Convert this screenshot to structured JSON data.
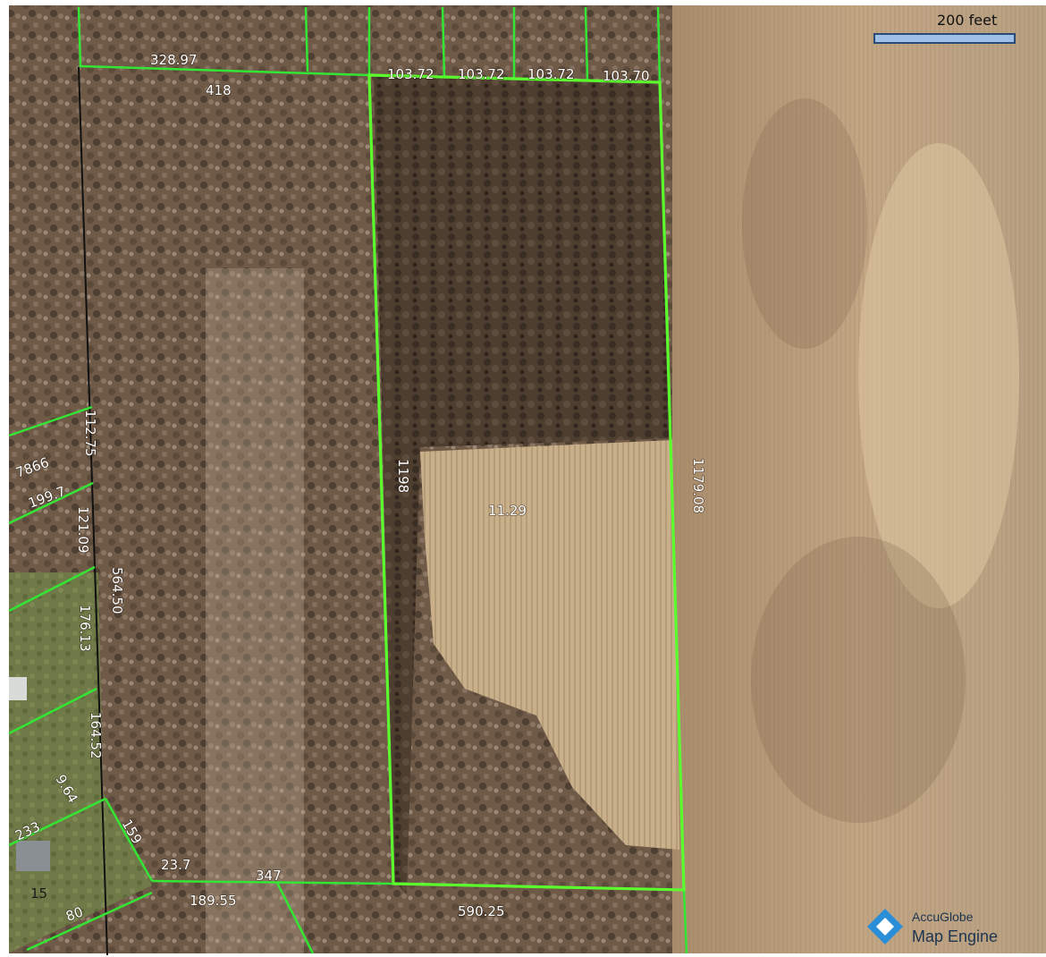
{
  "map": {
    "scale_bar": {
      "label": "200 feet"
    },
    "branding": {
      "line1": "AccuGlobe",
      "line2": "Map Engine",
      "logo_color": "#2b8ed8"
    },
    "line_colors": {
      "parcel": "#33e633",
      "selected_parcel": "#5bff2e",
      "road": "#111111"
    },
    "labels": {
      "top_left_width": "328.97",
      "top_left_parcel": "418",
      "top_width_a": "103.72",
      "top_width_b": "103.72",
      "top_width_c": "103.72",
      "top_width_d": "103.70",
      "west_side": "1198",
      "east_side": "1179.08",
      "acreage": "11.29",
      "south_side": "590.25",
      "bottom_width": "347",
      "bottom_left_a": "189.55",
      "bottom_left_b": "23.7",
      "left_a": "112.75",
      "left_b": "7866",
      "left_c": "199.7",
      "left_d": "121.09",
      "left_e": "564.50",
      "left_f": "176.13",
      "left_g": "164.52",
      "left_h": "9.64",
      "left_i": "233",
      "left_j": "15",
      "left_k": "80",
      "left_l": "159"
    }
  }
}
